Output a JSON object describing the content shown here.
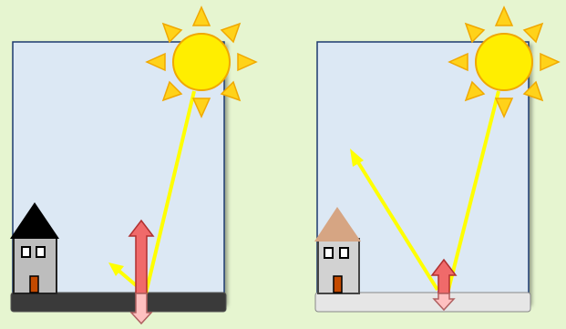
{
  "panels": [
    {
      "id": "left",
      "sky_color": "#dce8f4",
      "ground_color": "#3a3a3a",
      "roof_color": "#000000",
      "incoming_color": "#ffff00",
      "reflected_color": "#ffff00",
      "heat_arrow_color": "#f06a6a",
      "reflection_strength": "low",
      "heat_strength": "high"
    },
    {
      "id": "right",
      "sky_color": "#dce8f4",
      "ground_color": "#e6e6e6",
      "roof_color": "#d6a583",
      "incoming_color": "#ffff00",
      "reflected_color": "#ffff00",
      "heat_arrow_color": "#f06a6a",
      "reflection_strength": "high",
      "heat_strength": "low"
    }
  ],
  "icons": {
    "sun": "sun-icon",
    "house": "house-icon"
  },
  "colors": {
    "background": "#e6f5d0",
    "sun_fill": "#ffee00",
    "sun_rays": "#ffd21a",
    "sun_outline": "#f0a800",
    "heat_down": "#ffc0c0"
  }
}
